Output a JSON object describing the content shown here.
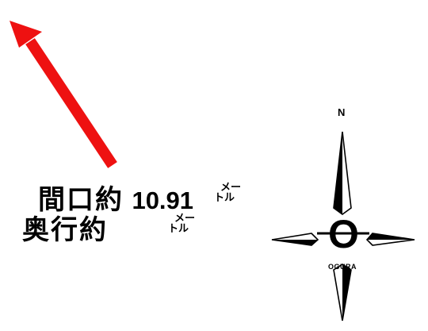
{
  "frontage": {
    "label": "間口約",
    "value": "10.91",
    "unit_line1": "メー",
    "unit_line2": "トル"
  },
  "depth": {
    "label": "奥行約",
    "value": "",
    "unit_line1": "メー",
    "unit_line2": "トル"
  },
  "compass": {
    "north_label": "N",
    "center_letter": "O",
    "brand": "OGURA"
  },
  "colors": {
    "arrow": "#ee1111",
    "ink": "#000000",
    "background": "#ffffff"
  }
}
